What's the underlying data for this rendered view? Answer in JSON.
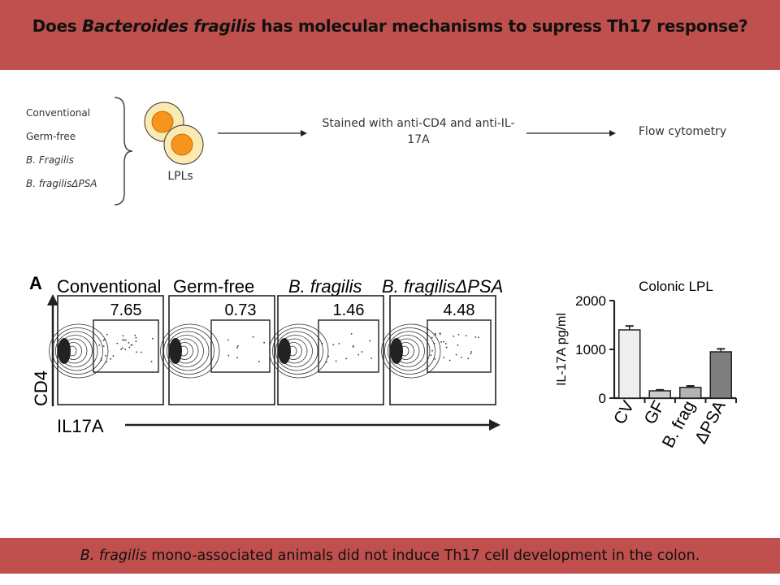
{
  "header": {
    "title_pre": "Does ",
    "title_italic": "Bacteroides fragilis",
    "title_post": " has molecular mechanisms to supress Th17 response?"
  },
  "groups": [
    {
      "label": "Conventional",
      "italic": false
    },
    {
      "label": "Germ-free",
      "italic": false
    },
    {
      "label": "B. Fragilis",
      "italic": true
    },
    {
      "label": "B. fragilisΔPSA",
      "italic": true
    }
  ],
  "cells_label": "LPLs",
  "step_stain": "Stained with anti-CD4 and anti-IL-17A",
  "step_flow": "Flow cytometry",
  "flow_panel": {
    "panel_letter": "A",
    "y_axis": "CD4",
    "x_axis": "IL17A",
    "plots": [
      {
        "label": "Conventional",
        "italic": false,
        "value": "7.65"
      },
      {
        "label": "Germ-free",
        "italic": false,
        "value": "0.73"
      },
      {
        "label": "B. fragilis",
        "italic": true,
        "value": "1.46"
      },
      {
        "label": "B. fragilisΔPSA",
        "italic": true,
        "value": "4.48"
      }
    ]
  },
  "chart_data": {
    "type": "bar",
    "title": "Colonic LPL",
    "ylabel": "IL-17A pg/ml",
    "xlabel": "",
    "categories": [
      "CV",
      "GF",
      "B. frag",
      "ΔPSA"
    ],
    "values": [
      1400,
      150,
      220,
      950
    ],
    "errors": [
      80,
      20,
      30,
      60
    ],
    "bar_colors": [
      "#eeeeee",
      "#cccccc",
      "#b3b3b3",
      "#7f7f7f"
    ],
    "ylim": [
      0,
      2000
    ],
    "yticks": [
      0,
      1000,
      2000
    ],
    "grid": false
  },
  "footer": {
    "italic": "B. fragilis",
    "rest": " mono-associated animals did not induce Th17 cell development in the colon."
  },
  "colors": {
    "banner": "#c0504d",
    "cell_outer": "#fbeab0",
    "cell_inner": "#f7941d"
  }
}
